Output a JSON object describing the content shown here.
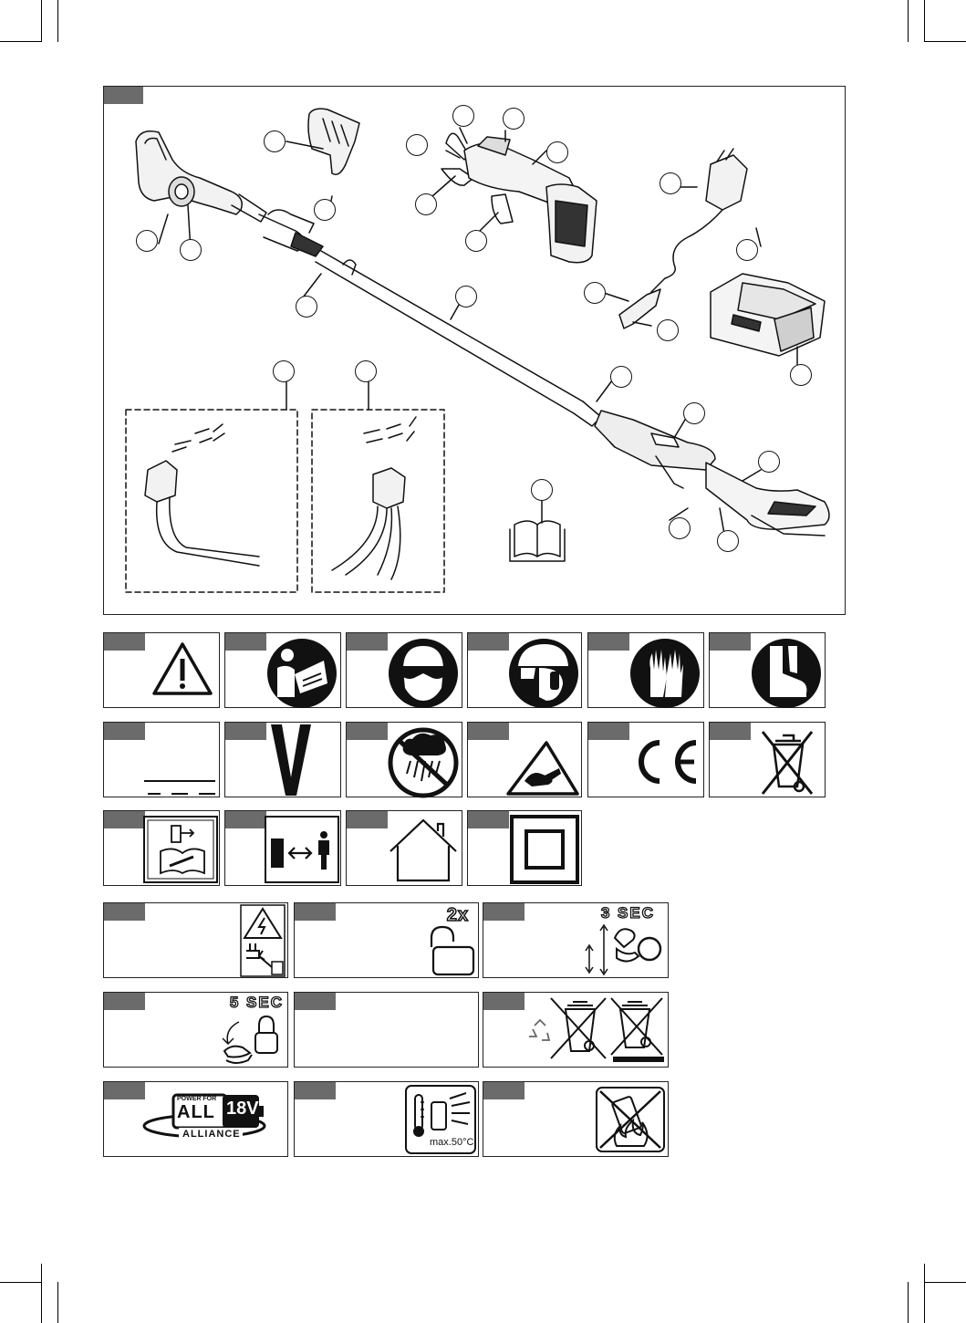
{
  "icons": {
    "warning": "warning-triangle-icon",
    "read_manual": "read-manual-icon",
    "eye_protection": "eye-protection-icon",
    "head_protection": "head-protection-icon",
    "gloves": "protective-gloves-icon",
    "boots": "safety-boots-icon",
    "no_rain": "no-rain-icon",
    "blade_hazard": "blade-hazard-icon",
    "ce_mark": "ce-mark-icon",
    "weee": "weee-bin-icon",
    "manual_service": "manual-service-icon",
    "safe_distance": "safe-distance-icon",
    "indoor": "indoor-use-icon",
    "double_insulation": "double-insulation-icon"
  },
  "panels": {
    "p2x": "2x",
    "p3sec": "3 SEC",
    "p5sec": "5 SEC",
    "battery_brand_top": "POWER FOR",
    "battery_brand_all": "ALL",
    "battery_voltage": "18V",
    "battery_alliance": "ALLIANCE",
    "max_temp": "max.50°C"
  }
}
